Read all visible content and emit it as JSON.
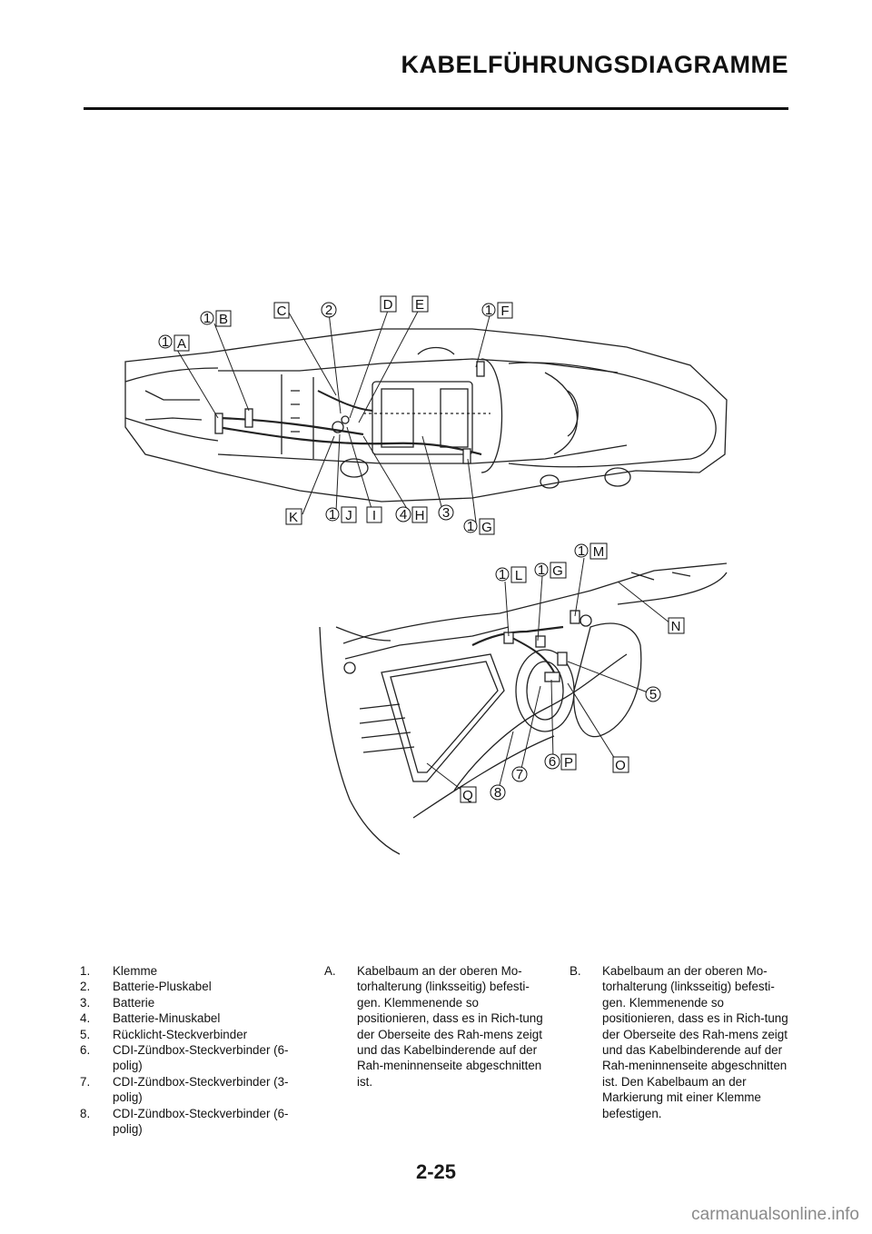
{
  "header": {
    "title": "KABELFÜHRUNGSDIAGRAMME"
  },
  "diagram": {
    "callouts": [
      {
        "num": "1",
        "letter": "B"
      },
      {
        "num": "",
        "letter": "C"
      },
      {
        "num": "2",
        "letter": ""
      },
      {
        "num": "",
        "letter": "D"
      },
      {
        "num": "",
        "letter": "E"
      },
      {
        "num": "1",
        "letter": "F"
      },
      {
        "num": "1",
        "letter": "A"
      },
      {
        "num": "",
        "letter": "K"
      },
      {
        "num": "1",
        "letter": "J"
      },
      {
        "num": "",
        "letter": "I"
      },
      {
        "num": "4",
        "letter": "H"
      },
      {
        "num": "3",
        "letter": ""
      },
      {
        "num": "1",
        "letter": "G"
      },
      {
        "num": "1",
        "letter": "M"
      },
      {
        "num": "1",
        "letter": "L"
      },
      {
        "num": "1",
        "letter": "G"
      },
      {
        "num": "",
        "letter": "N"
      },
      {
        "num": "5",
        "letter": ""
      },
      {
        "num": "6",
        "letter": "P"
      },
      {
        "num": "",
        "letter": "O"
      },
      {
        "num": "7",
        "letter": ""
      },
      {
        "num": "",
        "letter": "Q"
      },
      {
        "num": "8",
        "letter": ""
      }
    ]
  },
  "legend": {
    "items": [
      {
        "num": "1.",
        "text": "Klemme"
      },
      {
        "num": "2.",
        "text": "Batterie-Pluskabel"
      },
      {
        "num": "3.",
        "text": "Batterie"
      },
      {
        "num": "4.",
        "text": "Batterie-Minuskabel"
      },
      {
        "num": "5.",
        "text": "Rücklicht-Steckverbinder"
      },
      {
        "num": "6.",
        "text": "CDI-Zündbox-Steckverbinder (6-polig)"
      },
      {
        "num": "7.",
        "text": "CDI-Zündbox-Steckverbinder (3-polig)"
      },
      {
        "num": "8.",
        "text": "CDI-Zündbox-Steckverbinder (6-polig)"
      }
    ],
    "notes": [
      {
        "letter": "A.",
        "text": "Kabelbaum an der oberen Mo-torhalterung (linksseitig) befesti-gen. Klemmenende so positionieren, dass es in Rich-tung der Oberseite des Rah-mens zeigt und das Kabelbinderende auf der Rah-meninnenseite abgeschnitten ist."
      },
      {
        "letter": "B.",
        "text": "Kabelbaum an der oberen Mo-torhalterung (linksseitig) befesti-gen. Klemmenende so positionieren, dass es in Rich-tung der Oberseite des Rah-mens zeigt und das Kabelbinderende auf der Rah-meninnenseite abgeschnitten ist. Den Kabelbaum an der Markierung mit einer Klemme befestigen."
      }
    ]
  },
  "footer": {
    "page_number": "2-25",
    "watermark": "carmanualsonline.info"
  }
}
